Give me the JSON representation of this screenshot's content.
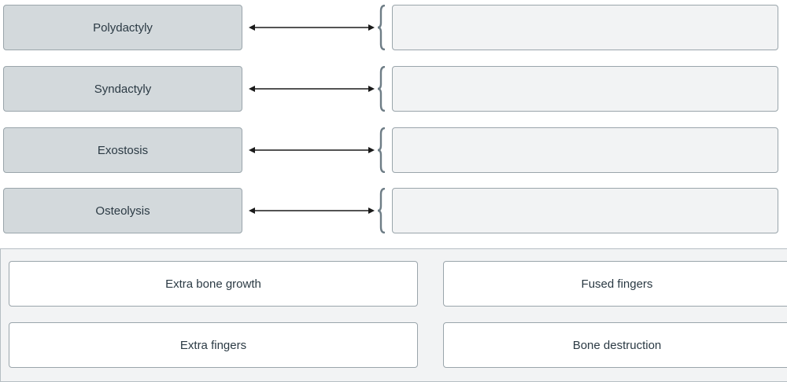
{
  "matching": {
    "rows": [
      {
        "term": "Polydactyly"
      },
      {
        "term": "Syndactyly"
      },
      {
        "term": "Exostosis"
      },
      {
        "term": "Osteolysis"
      }
    ]
  },
  "answer_bank": {
    "options": [
      "Extra bone growth",
      "Fused fingers",
      "Extra fingers",
      "Bone destruction"
    ]
  },
  "colors": {
    "term_bg": "#d3d9dc",
    "drop_bg": "#f2f3f4",
    "border": "#9aa5ab",
    "bracket": "#6e7d86",
    "arrow": "#1a1a1a"
  },
  "icons": {
    "connector": "double-arrow-icon",
    "drop_marker": "brace-icon"
  }
}
